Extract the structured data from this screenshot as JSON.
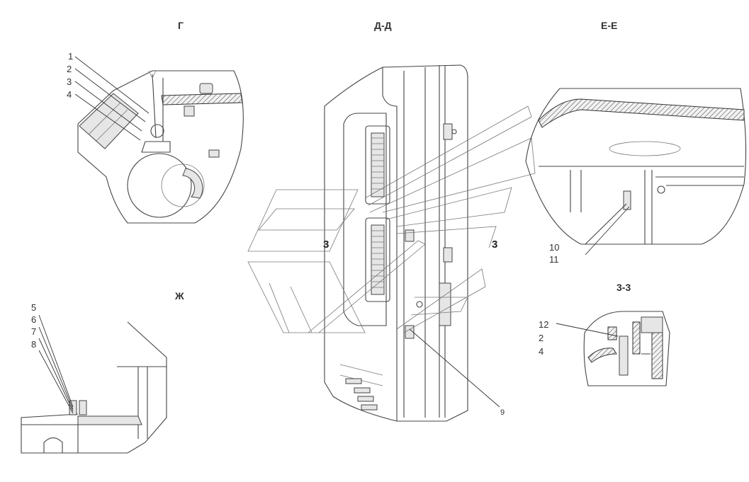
{
  "views": {
    "g": {
      "title": "Г",
      "callouts": [
        "1",
        "2",
        "3",
        "4"
      ]
    },
    "dd": {
      "title": "Д-Д",
      "callout": "9",
      "section_left": "3",
      "section_right": "3"
    },
    "ee": {
      "title": "Е-Е",
      "callouts": [
        "10",
        "11"
      ]
    },
    "zh": {
      "title": "Ж",
      "callouts": [
        "5",
        "6",
        "7",
        "8"
      ]
    },
    "zz": {
      "title": "3-3",
      "callouts": [
        "12",
        "2",
        "4"
      ]
    }
  }
}
